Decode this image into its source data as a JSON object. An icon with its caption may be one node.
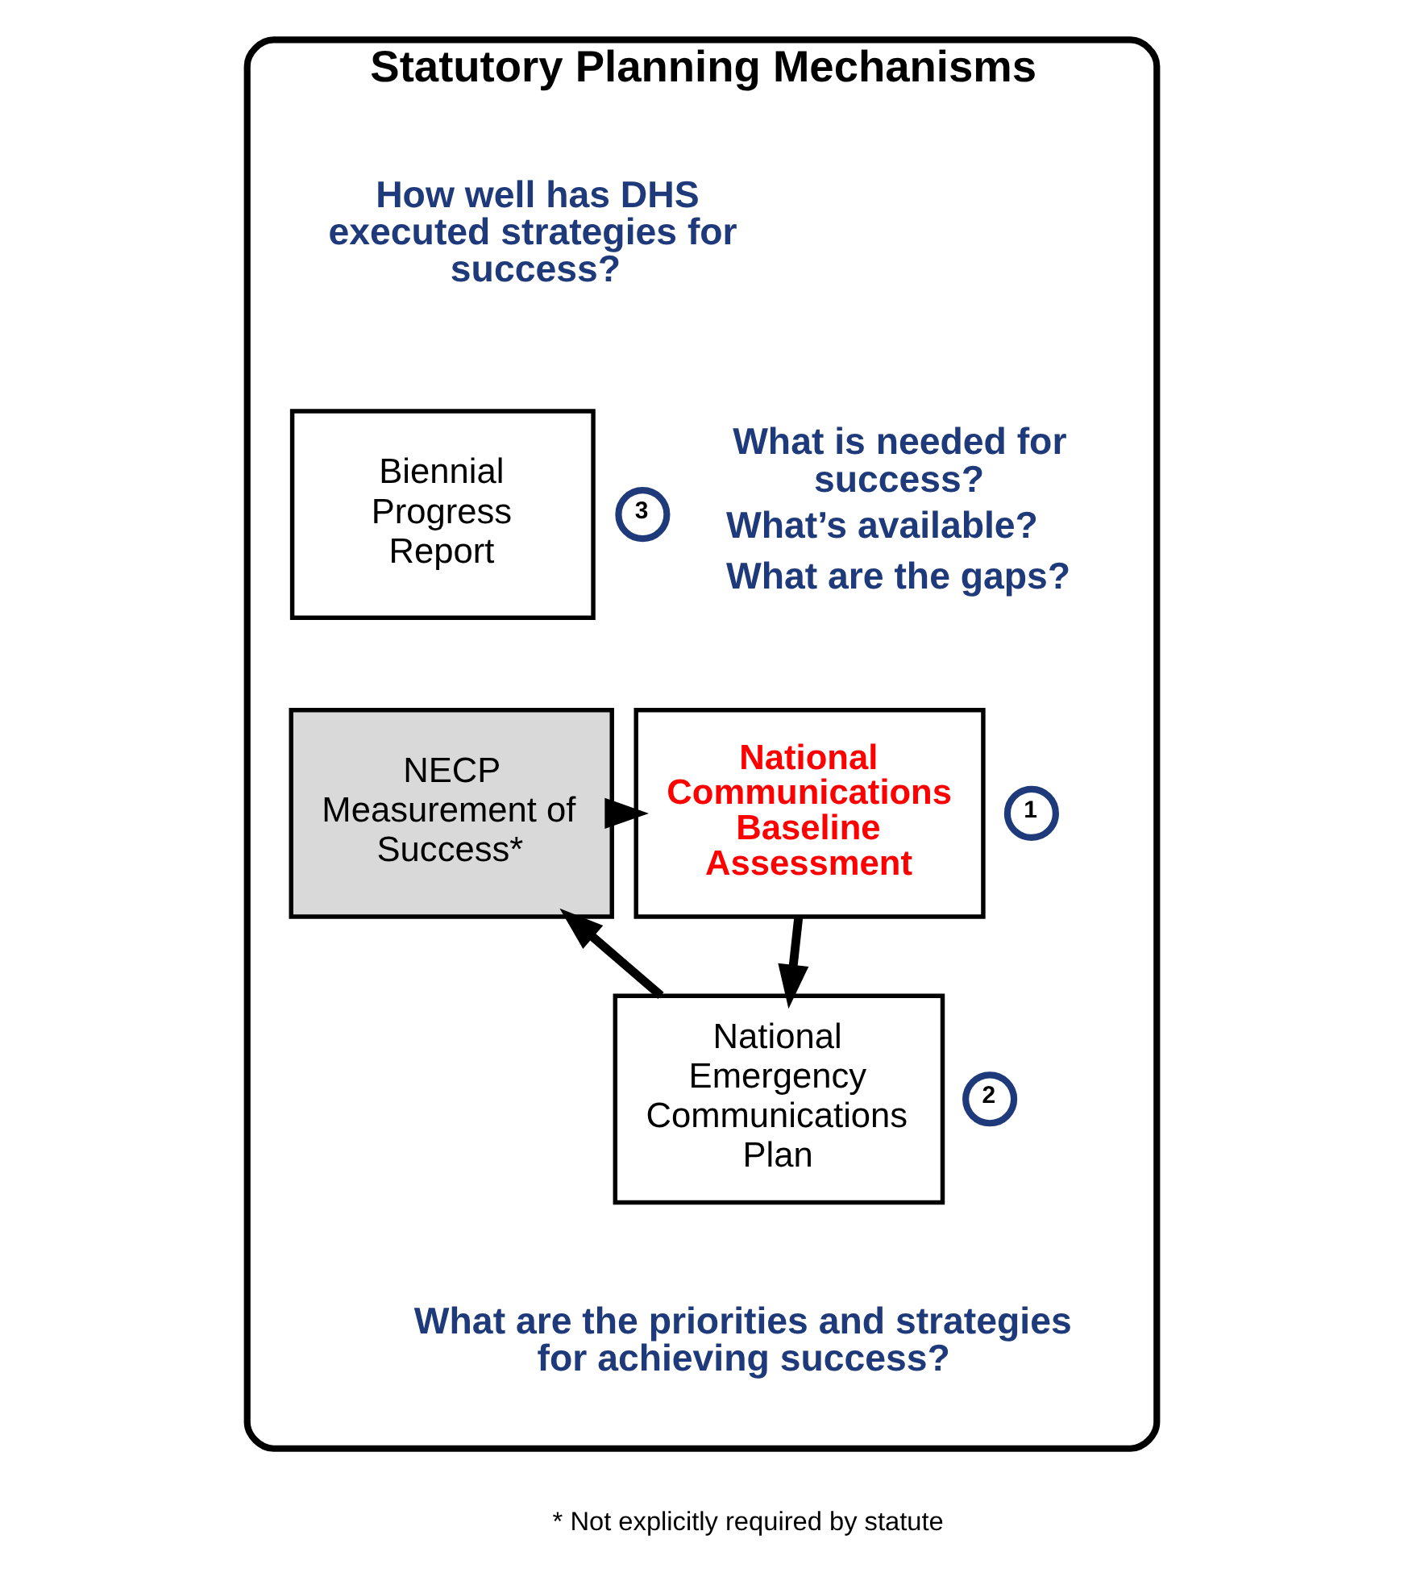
{
  "diagram": {
    "nodes": [
      {
        "text": [
          "Statutory Planning Mechanisms"
        ]
      },
      {
        "text": [
          "Biennial Progress Report"
        ],
        "in": 0,
        "beside": [
          "How well has DHS executed strategies for success?",
          "3"
        ]
      },
      {
        "text": [
          "NECP Measurement of Success*"
        ],
        "in": 0
      },
      {
        "text": [
          "National Communications Baseline Assessment"
        ],
        "in": 0,
        "beside": [
          "What is needed for success?",
          "What’s available?",
          "What are the gaps?",
          "1"
        ]
      },
      {
        "text": [
          "National Emergency Communications Plan"
        ],
        "in": 0,
        "beside": [
          "2",
          "What are the priorities and strategies for achieving success?"
        ]
      }
    ],
    "edges": [
      {
        "from": 2,
        "to": 3,
        "arrow": "to"
      },
      {
        "from": 3,
        "to": 4,
        "arrow": "to"
      },
      {
        "from": 4,
        "to": 2,
        "arrow": "to"
      }
    ],
    "labels": [
      "* Not explicitly required by statute"
    ]
  }
}
